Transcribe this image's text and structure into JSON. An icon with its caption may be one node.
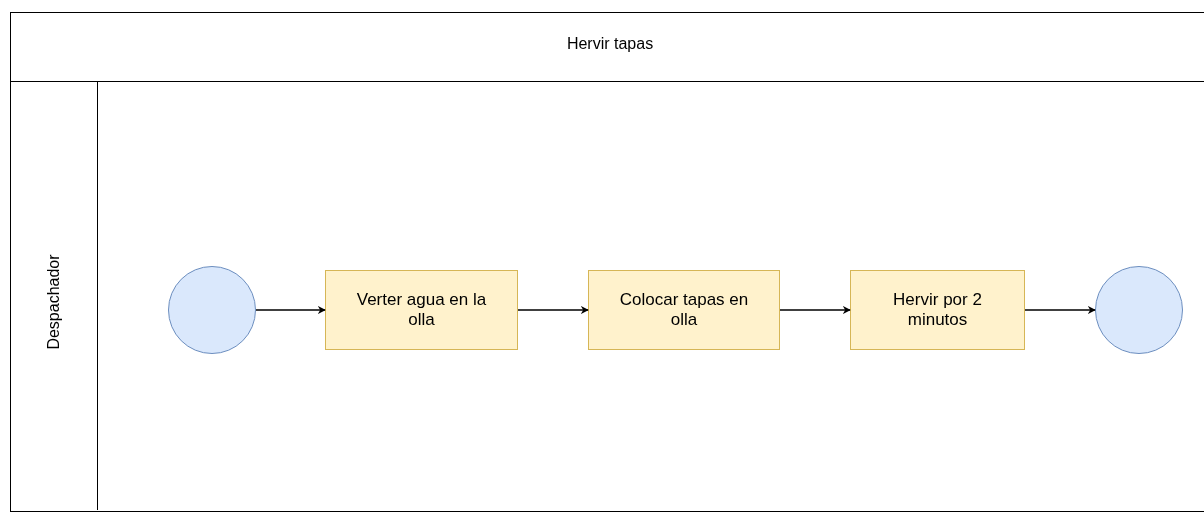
{
  "diagram": {
    "nodes": [
      {
        "text": [
          "Hervir tapas"
        ]
      },
      {
        "text": [
          "Despachador"
        ],
        "in": 0
      },
      {
        "text": [],
        "shape": "circle",
        "in": 1
      },
      {
        "text": [
          "Verter agua en la olla"
        ],
        "in": 1
      },
      {
        "text": [
          "Colocar tapas en olla"
        ],
        "in": 1
      },
      {
        "text": [
          "Hervir por 2 minutos"
        ],
        "in": 1
      },
      {
        "text": [],
        "shape": "circle",
        "in": 1
      }
    ],
    "edges": [
      {
        "from": 2,
        "to": 3,
        "arrow": "to"
      },
      {
        "from": 3,
        "to": 4,
        "arrow": "to"
      },
      {
        "from": 4,
        "to": 5,
        "arrow": "to"
      },
      {
        "from": 5,
        "to": 6,
        "arrow": "to"
      }
    ]
  }
}
